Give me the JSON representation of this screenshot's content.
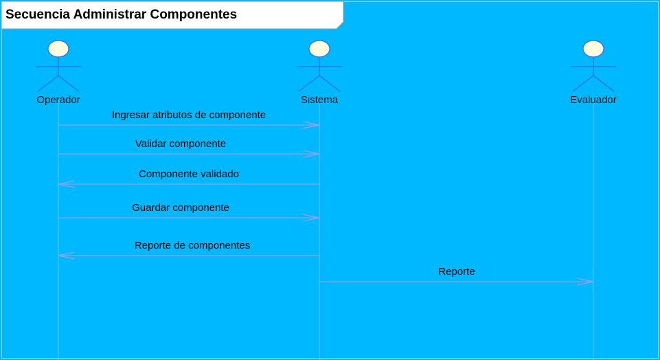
{
  "diagram": {
    "title": "Secuencia Administrar Componentes",
    "actors": [
      {
        "id": "operador",
        "name": "Operador"
      },
      {
        "id": "sistema",
        "name": "Sistema"
      },
      {
        "id": "evaluador",
        "name": "Evaluador"
      }
    ],
    "messages": [
      {
        "from": "operador",
        "to": "sistema",
        "label": "Ingresar atributos de componente"
      },
      {
        "from": "operador",
        "to": "sistema",
        "label": "Validar componente"
      },
      {
        "from": "sistema",
        "to": "operador",
        "label": "Componente validado"
      },
      {
        "from": "operador",
        "to": "sistema",
        "label": "Guardar componente"
      },
      {
        "from": "sistema",
        "to": "operador",
        "label": "Reporte de componentes"
      },
      {
        "from": "sistema",
        "to": "evaluador",
        "label": "Reporte"
      }
    ]
  },
  "colors": {
    "background": "#00B8FF",
    "actor_stroke": "#2A6FE8",
    "actor_head_fill": "#FFFDE0",
    "message_line": "#9A9FE8",
    "lifeline": "#5FC8FF"
  }
}
